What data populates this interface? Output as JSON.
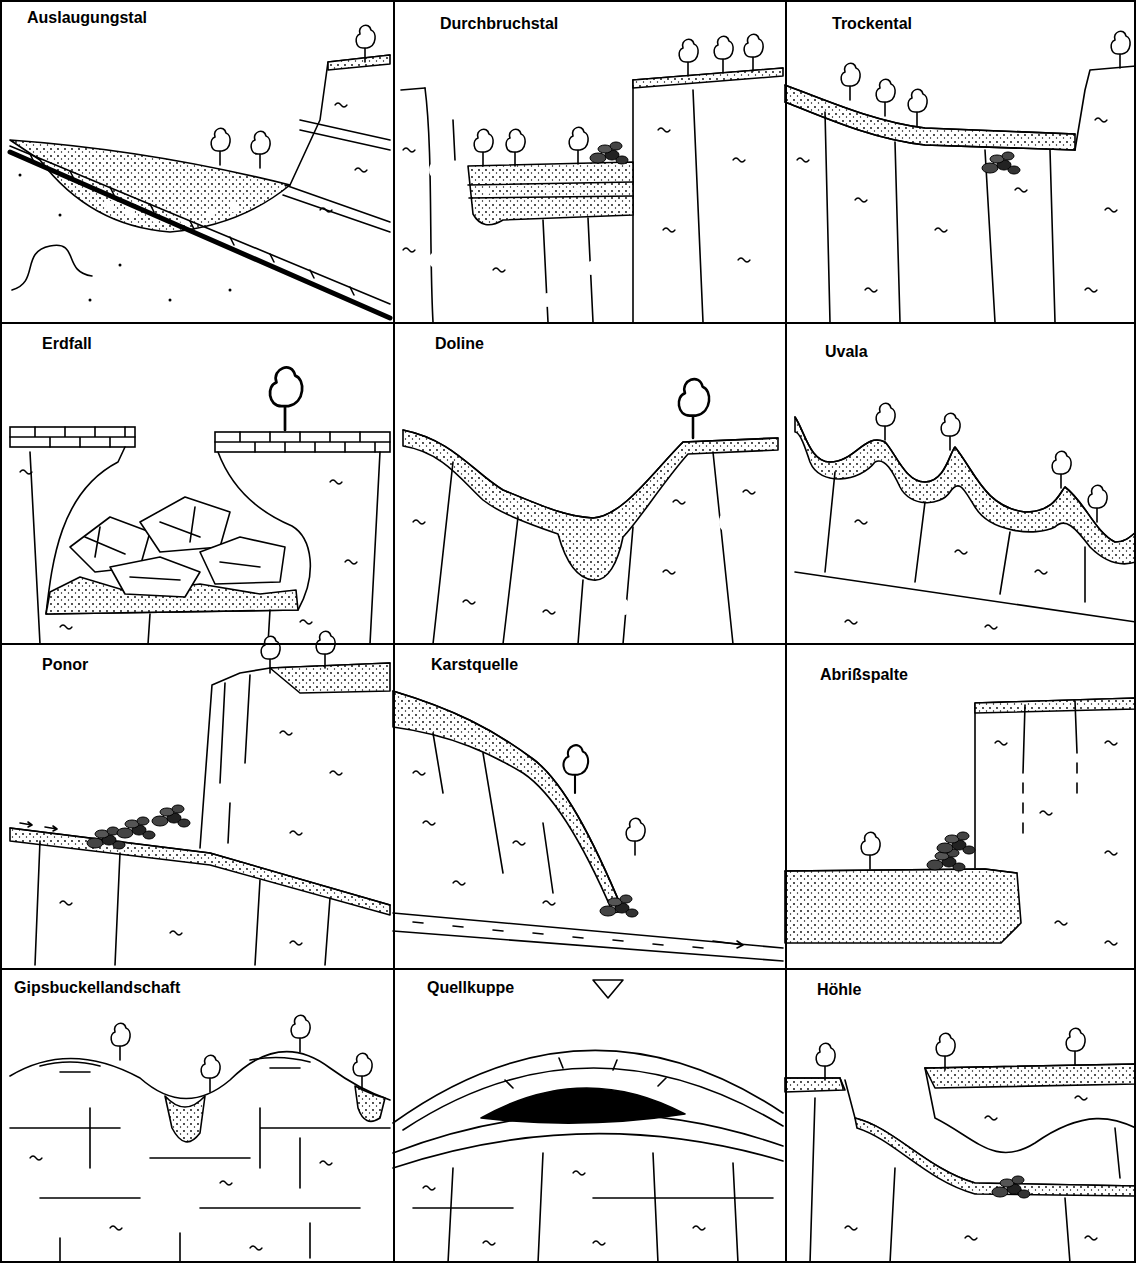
{
  "diagram": {
    "nodes": [
      {
        "text": [
          "Auslaugungstal"
        ]
      },
      {
        "text": [
          "Durchbruchstal"
        ]
      },
      {
        "text": [
          "Trockental"
        ]
      },
      {
        "text": [
          "Erdfall"
        ]
      },
      {
        "text": [
          "Doline"
        ]
      },
      {
        "text": [
          "Uvala"
        ]
      },
      {
        "text": [
          "Ponor"
        ]
      },
      {
        "text": [
          "Karstquelle"
        ]
      },
      {
        "text": [
          "Abrißspalte"
        ]
      },
      {
        "text": [
          "Gipsbuckellandschaft"
        ]
      },
      {
        "text": [
          "Quellkuppe"
        ]
      },
      {
        "text": [
          "Höhle"
        ]
      }
    ]
  }
}
